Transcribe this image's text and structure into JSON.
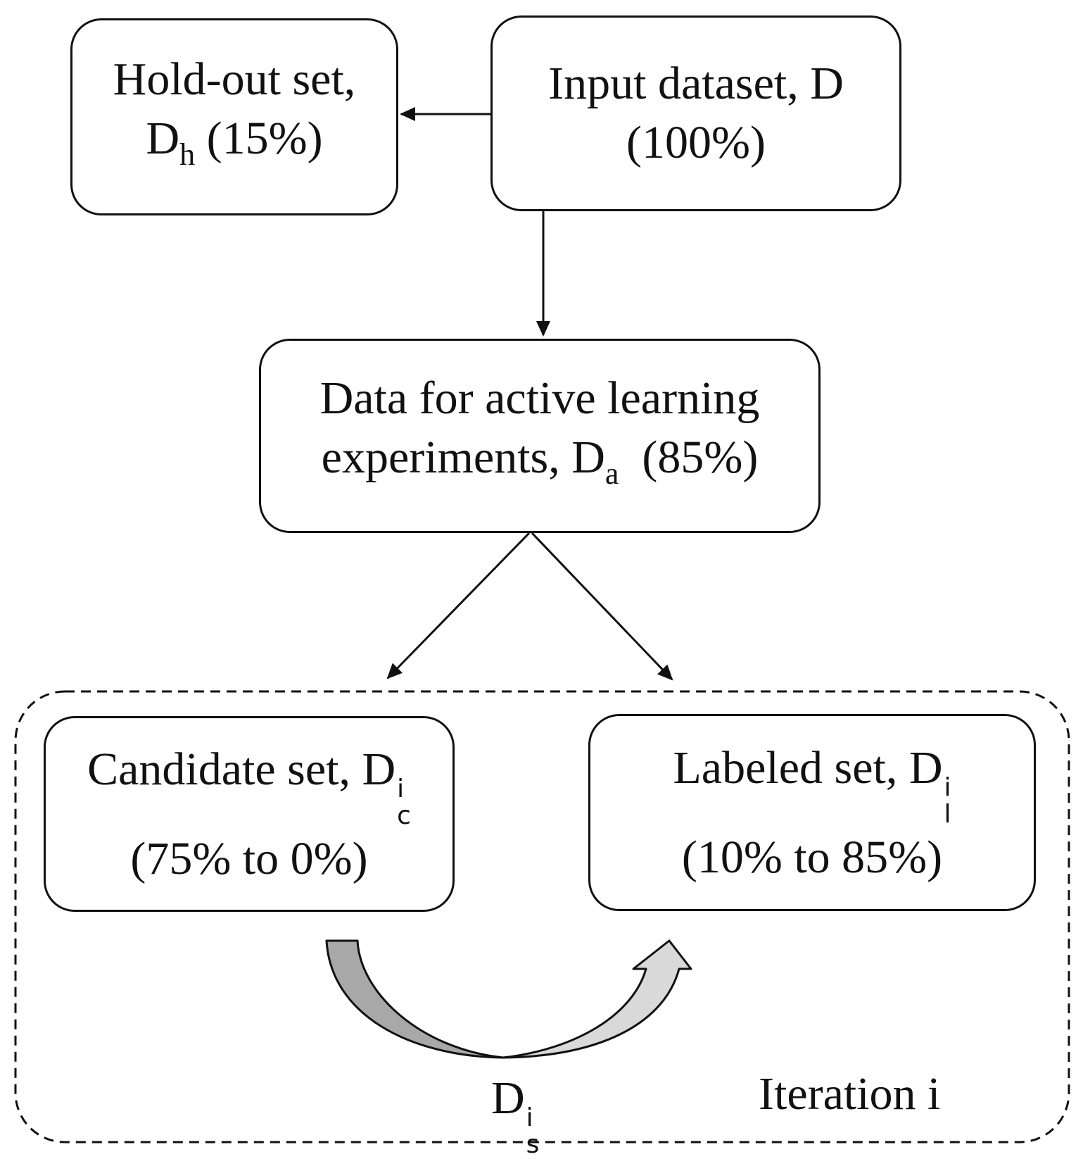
{
  "nodes": {
    "hold_out": {
      "line1": "Hold-out set,",
      "symbol": "D",
      "subscript": "h",
      "pct": " (15%)"
    },
    "input": {
      "line1": "Input dataset, D",
      "line2": "(100%)"
    },
    "active": {
      "line1": "Data for active learning",
      "prefix": "experiments, D",
      "subscript": "a",
      "pct": "  (85%)"
    },
    "candidate": {
      "prefix": "Candidate set, D",
      "superscript": "i",
      "subscript": "c",
      "line2": "(75% to 0%)"
    },
    "labeled": {
      "prefix": "Labeled set, D",
      "superscript": "i",
      "subscript": "l",
      "line2": "(10% to 85%)"
    }
  },
  "selected": {
    "symbol": "D",
    "superscript": "i",
    "subscript": "s"
  },
  "group": {
    "label": "Iteration i"
  }
}
